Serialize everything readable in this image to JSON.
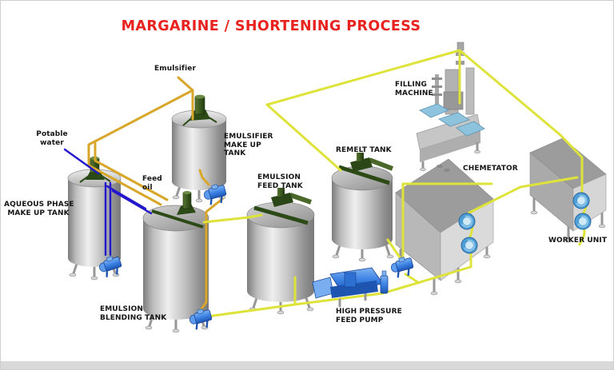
{
  "title": "MARGARINE / SHORTENING PROCESS",
  "colors": {
    "title-red": "#e8231f",
    "pipe-yellow": "#dee33a",
    "pipe-gold": "#d8a628",
    "pipe-blue": "#2317cd",
    "pump-blue": "#3c82e4",
    "dial-blue": "#4d9dd6",
    "agitator-green": "#33511d",
    "label-dark": "#151515",
    "band-gray": "#d9d9d9"
  },
  "labels": {
    "emulsifier_feed": {
      "lines": [
        "Emulsifier"
      ]
    },
    "potable_water": {
      "lines": [
        "Potable",
        "water"
      ]
    },
    "aqueous_tank": {
      "lines": [
        "AQUEOUS PHASE",
        "MAKE UP TANK"
      ]
    },
    "emulsifier_tank": {
      "lines": [
        "EMULSIFIER",
        "MAKE UP",
        "TANK"
      ]
    },
    "feed_oil": {
      "lines": [
        "Feed",
        "oil"
      ]
    },
    "blending_tank": {
      "lines": [
        "EMULSION",
        "BLENDING TANK"
      ]
    },
    "feed_tank": {
      "lines": [
        "EMULSION",
        "FEED TANK"
      ]
    },
    "remelt_tank": {
      "lines": [
        "REMELT TANK"
      ]
    },
    "filling_machine": {
      "lines": [
        "FILLING",
        "MACHINE"
      ]
    },
    "chemetator": {
      "lines": [
        "CHEMETATOR"
      ]
    },
    "worker_unit": {
      "lines": [
        "WORKER UNIT"
      ]
    },
    "hp_pump": {
      "lines": [
        "HIGH PRESSURE",
        "FEED PUMP"
      ]
    }
  }
}
